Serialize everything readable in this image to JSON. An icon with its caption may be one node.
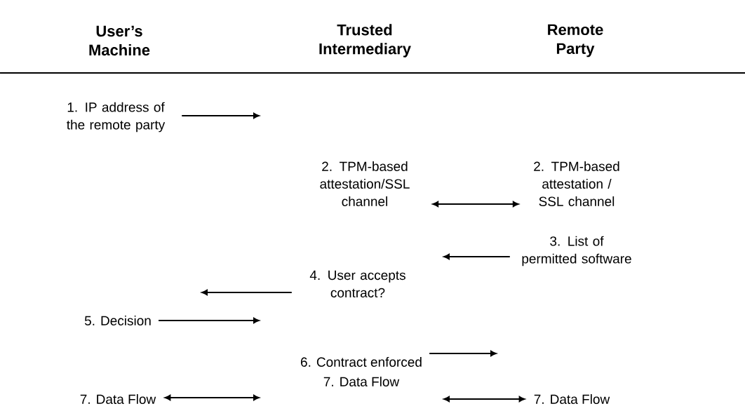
{
  "diagram": {
    "nodes": [
      {
        "text": [
          "1. IP address of the remote party"
        ]
      },
      {
        "text": [
          "2. TPM-based attestation/SSL channel"
        ]
      },
      {
        "text": [
          "2. TPM-based attestation / SSL channel"
        ]
      },
      {
        "text": [
          "3. List of permitted software"
        ]
      },
      {
        "text": [
          "4. User accepts contract?"
        ]
      },
      {
        "text": [
          "5. Decision"
        ]
      },
      {
        "text": [
          "6. Contract enforced"
        ]
      },
      {
        "text": [
          "7. Data Flow"
        ]
      },
      {
        "text": [
          "7. Data Flow"
        ]
      },
      {
        "text": [
          "7. Data Flow"
        ]
      }
    ],
    "edges": [
      {
        "from": 0,
        "to": null,
        "arrow": "to"
      },
      {
        "from": 1,
        "to": 2,
        "arrow": "both"
      },
      {
        "from": 3,
        "to": null,
        "arrow": "to"
      },
      {
        "from": 4,
        "to": null,
        "arrow": "to"
      },
      {
        "from": 5,
        "to": null,
        "arrow": "to"
      },
      {
        "from": 6,
        "to": null,
        "arrow": "to"
      },
      {
        "from": 8,
        "to": null,
        "arrow": "both"
      },
      {
        "from": 9,
        "to": null,
        "arrow": "both"
      }
    ],
    "labels": [
      "User’s Machine",
      "Trusted Intermediary",
      "Remote Party"
    ]
  }
}
